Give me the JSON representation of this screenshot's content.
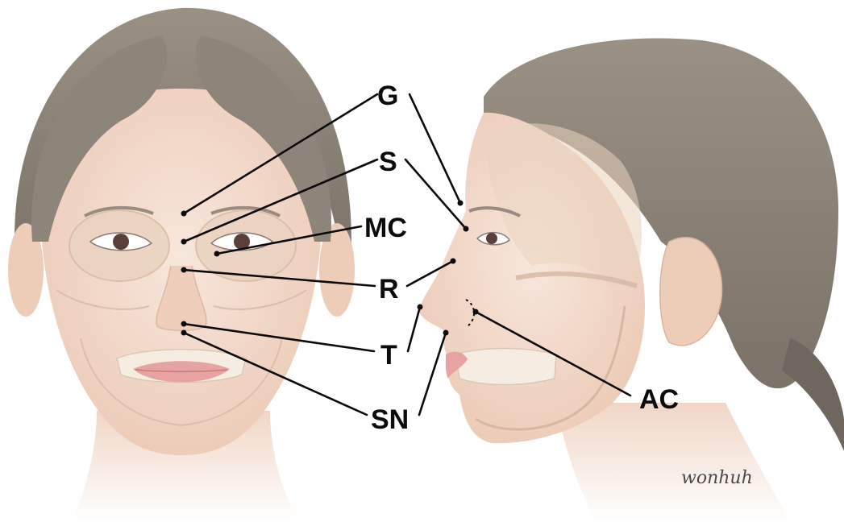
{
  "labels": {
    "G": "G",
    "S": "S",
    "MC": "MC",
    "R": "R",
    "T": "T",
    "SN": "SN",
    "AC": "AC"
  },
  "signature": "wonhuh",
  "colors": {
    "hair": "#8c8377",
    "skin": "#f3dccd",
    "bone": "#ecd7c4",
    "lips": "#e7a3a3",
    "ink": "#0b0b0b"
  }
}
